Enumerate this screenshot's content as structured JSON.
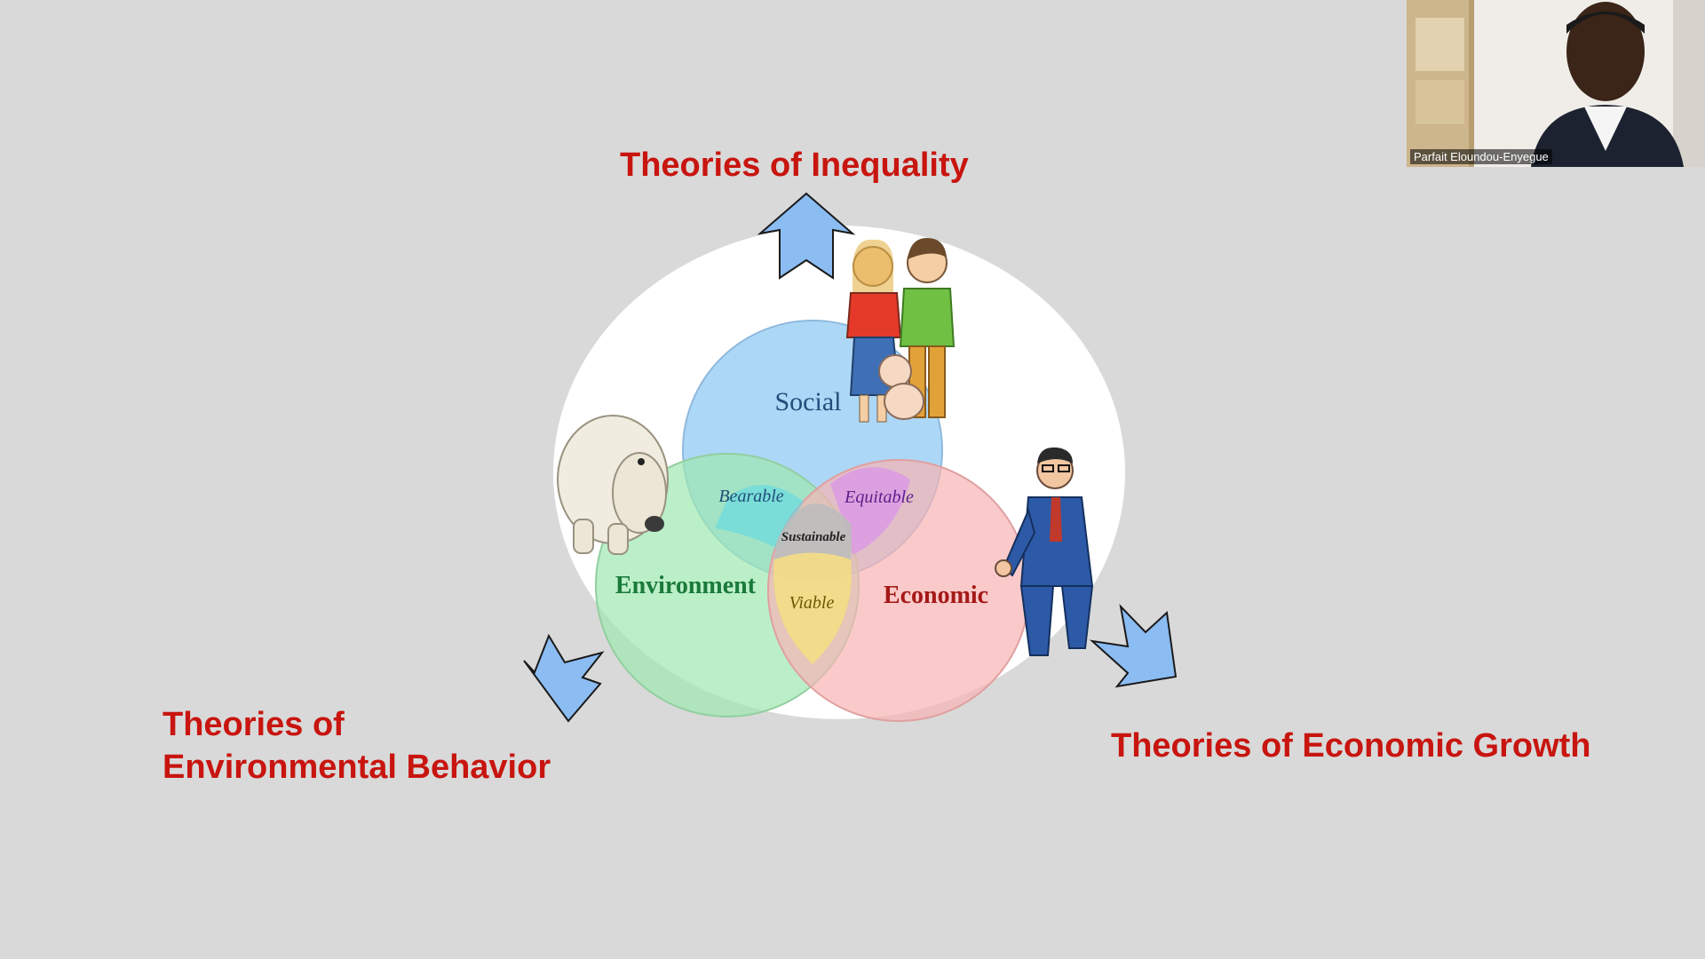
{
  "headings": {
    "inequality": "Theories of Inequality",
    "environmental_line1": "Theories of",
    "environmental_line2": "Environmental Behavior",
    "economic": "Theories of Economic Growth"
  },
  "venn": {
    "social": "Social",
    "environment": "Environment",
    "economic": "Economic",
    "bearable": "Bearable",
    "equitable": "Equitable",
    "viable": "Viable",
    "sustainable": "Sustainable"
  },
  "colors": {
    "heading": "#c8150f",
    "social": "#9fd0f5",
    "environment": "#9ee8b0",
    "economic": "#f8b3b3",
    "arrow": "#8bbcf2"
  },
  "video": {
    "participant_name": "Parfait Eloundou-Enyegue"
  }
}
